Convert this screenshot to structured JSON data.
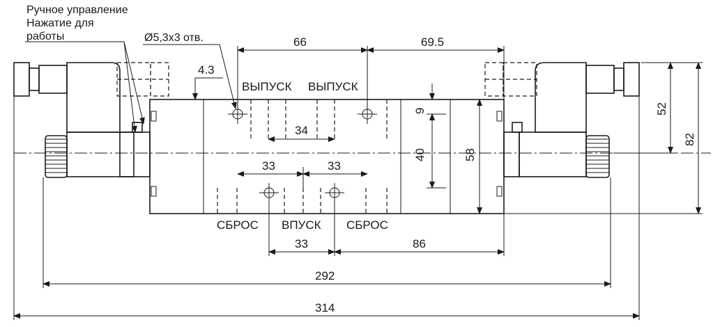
{
  "notes": {
    "manual_line1": "Ручное управление",
    "manual_line2": "Нажатие для",
    "manual_line3": "работы",
    "holes": "Ø5,3x3 отв."
  },
  "ports": {
    "exhaust_left": "ВЫПУСК",
    "exhaust_right": "ВЫПУСК",
    "reset_left": "СБРОС",
    "inlet": "ВПУСК",
    "reset_right": "СБРОС"
  },
  "dimensions": {
    "d66": "66",
    "d69_5": "69.5",
    "d4_3": "4.3",
    "d34": "34",
    "d33_left": "33",
    "d33_right": "33",
    "d33_bottom": "33",
    "d86": "86",
    "d292": "292",
    "d314": "314",
    "d9": "9",
    "d40": "40",
    "d58": "58",
    "d52": "52",
    "d82": "82"
  }
}
